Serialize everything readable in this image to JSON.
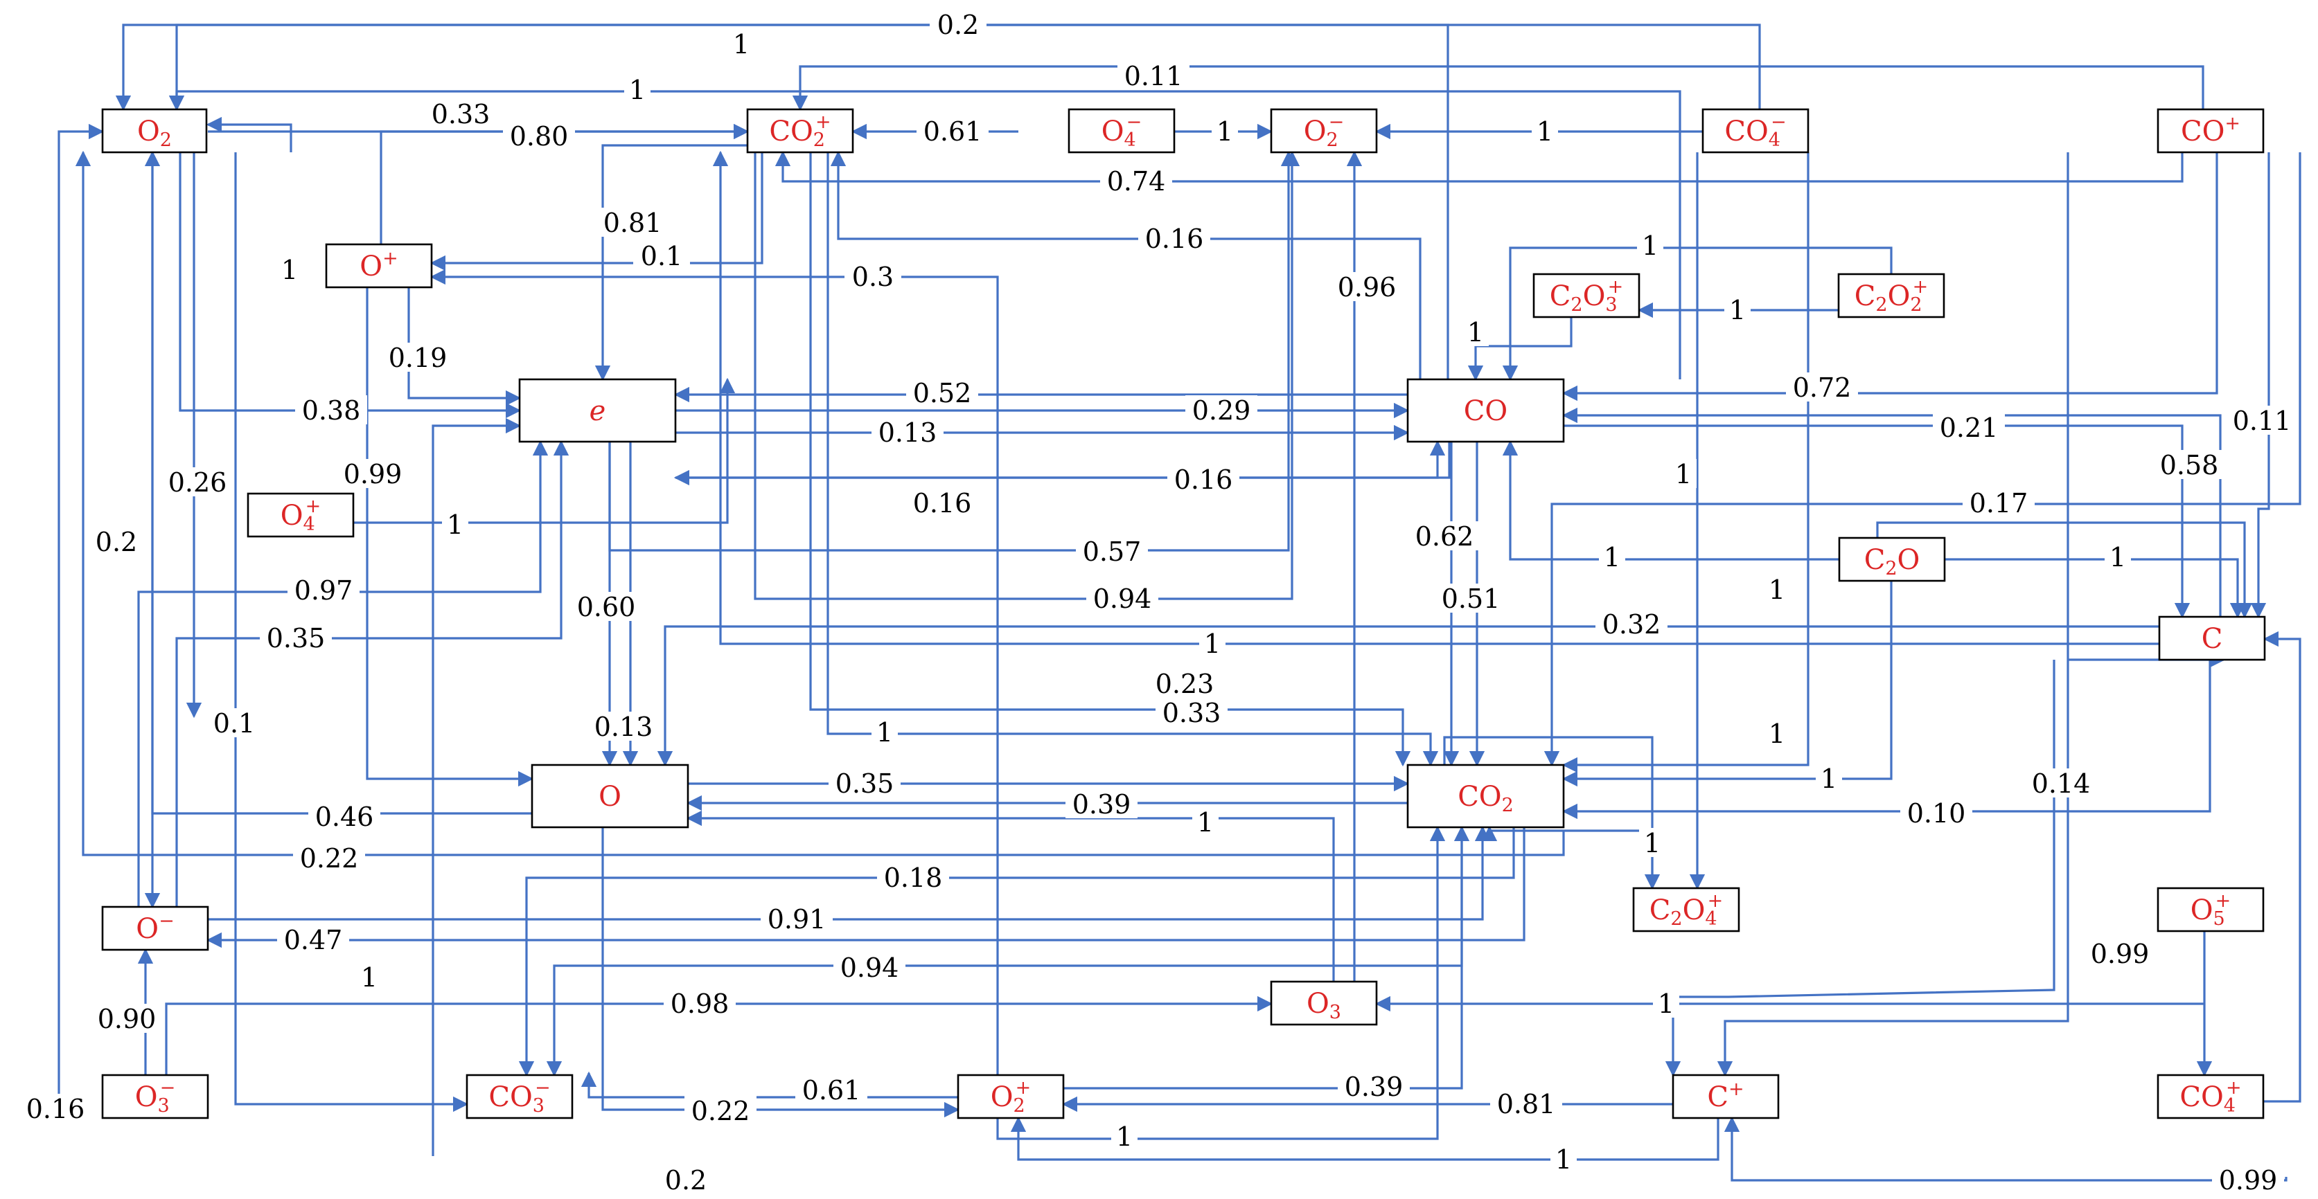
{
  "colors": {
    "node_text": "#dc2626",
    "edge": "#4472c4",
    "box_stroke": "#000000",
    "label": "#000000"
  },
  "nodes": {
    "O2": {
      "base": "O",
      "sub": "2",
      "sup": ""
    },
    "CO2p": {
      "base": "CO",
      "sub": "2",
      "sup": "+"
    },
    "O4m": {
      "base": "O",
      "sub": "4",
      "sup": "−"
    },
    "O2m": {
      "base": "O",
      "sub": "2",
      "sup": "−"
    },
    "CO4m": {
      "base": "CO",
      "sub": "4",
      "sup": "−"
    },
    "COp": {
      "base": "CO",
      "sub": "",
      "sup": "+"
    },
    "Op": {
      "base": "O",
      "sub": "",
      "sup": "+"
    },
    "C2O3p": {
      "base": "C",
      "sub": "2",
      "mid": "O",
      "sub2": "3",
      "sup": "+"
    },
    "C2O2p": {
      "base": "C",
      "sub": "2",
      "mid": "O",
      "sub2": "2",
      "sup": "+"
    },
    "e": {
      "base": "e",
      "sub": "",
      "sup": ""
    },
    "CO": {
      "base": "CO",
      "sub": "",
      "sup": ""
    },
    "O4p": {
      "base": "O",
      "sub": "4",
      "sup": "+"
    },
    "C2O": {
      "base": "C",
      "sub": "2",
      "mid": "O",
      "sub2": "",
      "sup": ""
    },
    "C": {
      "base": "C",
      "sub": "",
      "sup": ""
    },
    "O": {
      "base": "O",
      "sub": "",
      "sup": ""
    },
    "CO2": {
      "base": "CO",
      "sub": "2",
      "sup": ""
    },
    "C2O4p": {
      "base": "C",
      "sub": "2",
      "mid": "O",
      "sub2": "4",
      "sup": "+"
    },
    "Om": {
      "base": "O",
      "sub": "",
      "sup": "−"
    },
    "O5p": {
      "base": "O",
      "sub": "5",
      "sup": "+"
    },
    "O3": {
      "base": "O",
      "sub": "3",
      "sup": ""
    },
    "O3m": {
      "base": "O",
      "sub": "3",
      "sup": "−"
    },
    "CO3m": {
      "base": "CO",
      "sub": "3",
      "sup": "−"
    },
    "O2p": {
      "base": "O",
      "sub": "2",
      "sup": "+"
    },
    "Cp": {
      "base": "C",
      "sub": "",
      "sup": "+"
    },
    "CO4p": {
      "base": "CO",
      "sub": "4",
      "sup": "+"
    }
  },
  "edge_labels": [
    "0.2",
    "1",
    "0.11",
    "1",
    "0.33",
    "0.80",
    "0.61",
    "1",
    "1",
    "0.74",
    "0.81",
    "0.16",
    "1",
    "0.1",
    "0.3",
    "0.96",
    "1",
    "1",
    "1",
    "0.19",
    "0.52",
    "0.29",
    "0.72",
    "0.38",
    "0.13",
    "0.21",
    "0.11",
    "0.26",
    "0.99",
    "0.16",
    "1",
    "0.58",
    "1",
    "0.16",
    "0.17",
    "0.2",
    "1",
    "0.62",
    "0.57",
    "1",
    "1",
    "0.97",
    "0.94",
    "0.51",
    "0.60",
    "0.35",
    "0.32",
    "1",
    "0.23",
    "0.1",
    "0.13",
    "0.33",
    "1",
    "1",
    "0.35",
    "1",
    "0.14",
    "0.39",
    "1",
    "0.10",
    "0.46",
    "0.22",
    "1",
    "0.18",
    "0.91",
    "0.47",
    "0.99",
    "1",
    "0.94",
    "0.90",
    "0.98",
    "1",
    "0.16",
    "0.61",
    "0.39",
    "0.81",
    "0.22",
    "1",
    "1",
    "0.2",
    "0.99"
  ]
}
